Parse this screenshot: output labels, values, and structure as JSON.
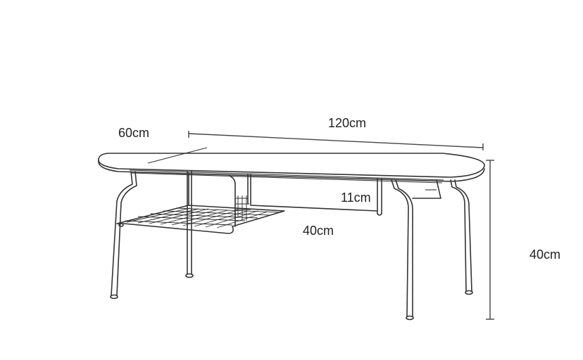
{
  "dimensions": {
    "depth_label": "60cm",
    "length_label": "120cm",
    "height_label": "40cm",
    "drawer_height_label": "11cm",
    "drawer_width_label": "40cm"
  }
}
